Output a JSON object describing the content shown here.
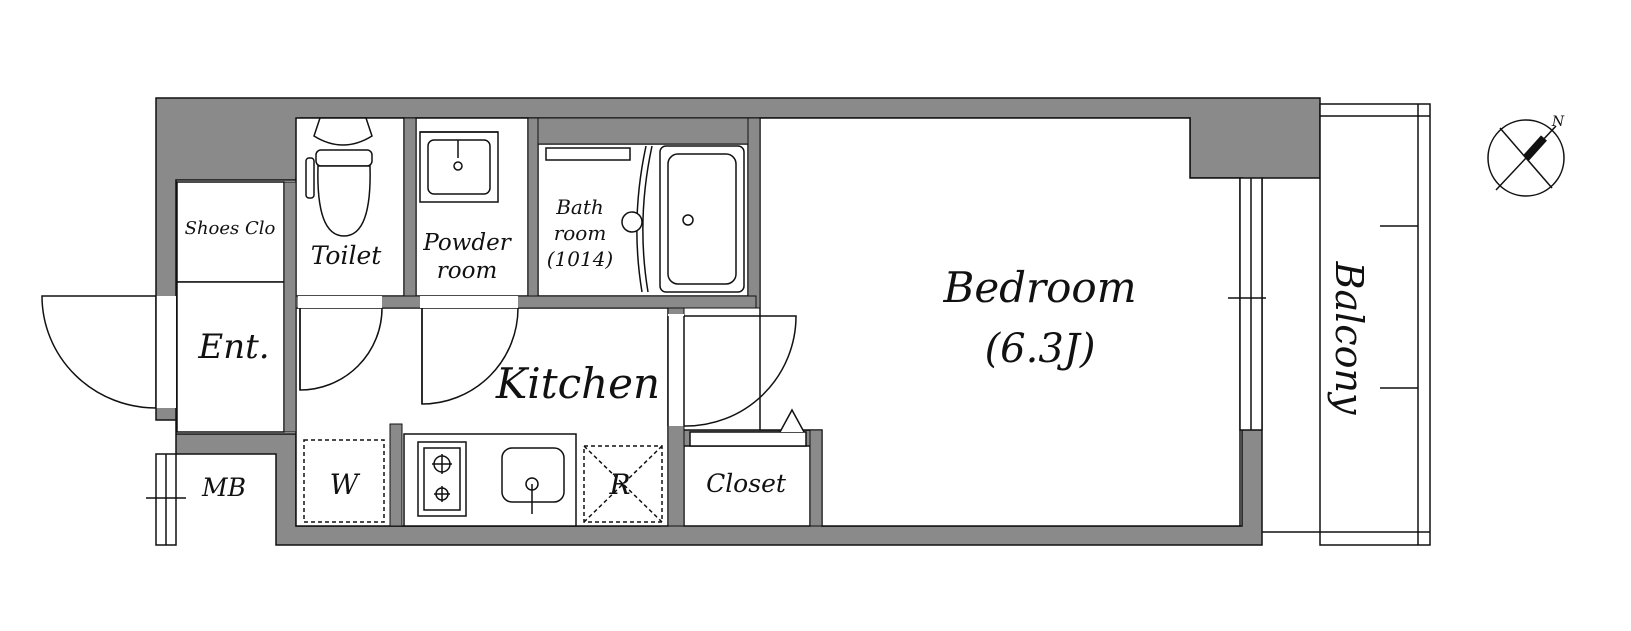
{
  "colors": {
    "wall": "#8a8a8a",
    "line": "#111111",
    "background": "#ffffff"
  },
  "rooms": {
    "shoes_closet": "Shoes Clo",
    "toilet": "Toilet",
    "powder_room": [
      "Powder",
      "room"
    ],
    "bathroom": [
      "Bath",
      "room",
      "(1014)"
    ],
    "entrance": "Ent.",
    "kitchen": "Kitchen",
    "bedroom": "Bedroom",
    "bedroom_size": "(6.3J)",
    "balcony": "Balcony",
    "closet": "Closet",
    "washer": "W",
    "refrigerator": "R",
    "meter_box": "MB"
  },
  "compass": {
    "north_label": "N"
  },
  "icons": {
    "compass": "north-compass-icon",
    "stove": "gas-stove-icon",
    "sink": "kitchen-sink-icon",
    "toilet": "toilet-icon",
    "wash_basin": "wash-basin-icon",
    "bathtub": "bathtub-icon"
  }
}
